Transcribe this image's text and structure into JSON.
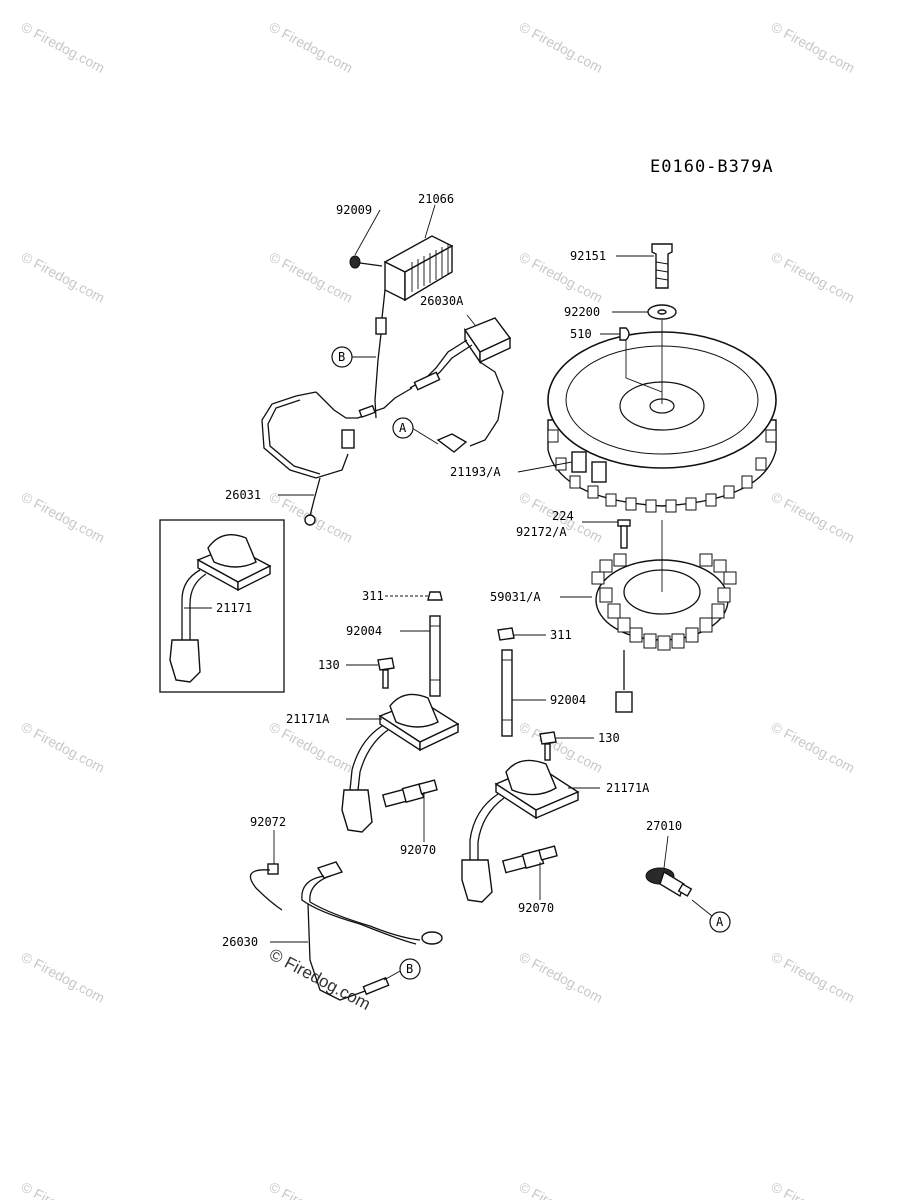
{
  "diagram_code": "E0160-B379A",
  "watermark_text": "Firedog.com",
  "watermark_copyright": "© Firedog.com",
  "parts": {
    "p92009": "92009",
    "p21066": "21066",
    "p26030A": "26030A",
    "p26031": "26031",
    "p21171": "21171",
    "p311_left": "311",
    "p92004_left": "92004",
    "p130_left": "130",
    "p21171A_left": "21171A",
    "p92072": "92072",
    "p92070_left": "92070",
    "p26030": "26030",
    "p92151": "92151",
    "p92200": "92200",
    "p510": "510",
    "p21193A": "21193/A",
    "p224": "224",
    "p92172A": "92172/A",
    "p59031A": "59031/A",
    "p311_right": "311",
    "p92004_right": "92004",
    "p130_right": "130",
    "p21171A_right": "21171A",
    "p27010": "27010",
    "p92070_right": "92070"
  },
  "refs": {
    "ref_a": "A",
    "ref_b": "B"
  }
}
